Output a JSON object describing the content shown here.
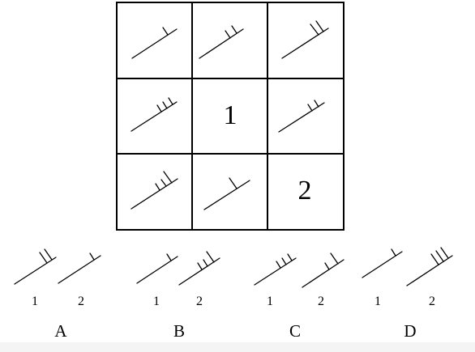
{
  "puzzle": {
    "grid": [
      [
        {
          "ticks": "short-one"
        },
        {
          "ticks": "short-two"
        },
        {
          "ticks": "long-two"
        }
      ],
      [
        {
          "ticks": "short-three"
        },
        {
          "label": "1"
        },
        {
          "ticks": "short-two"
        }
      ],
      [
        {
          "ticks": "short-three-long"
        },
        {
          "ticks": "short-one-long"
        },
        {
          "label": "2"
        }
      ]
    ],
    "options": [
      {
        "letter": "A",
        "pair_labels": [
          "1",
          "2"
        ],
        "glyphs": [
          "long-two",
          "short-one"
        ]
      },
      {
        "letter": "B",
        "pair_labels": [
          "1",
          "2"
        ],
        "glyphs": [
          "short-one",
          "short-three-long"
        ]
      },
      {
        "letter": "C",
        "pair_labels": [
          "1",
          "2"
        ],
        "glyphs": [
          "short-three",
          "short-two-long"
        ]
      },
      {
        "letter": "D",
        "pair_labels": [
          "1",
          "2"
        ],
        "glyphs": [
          "short-one",
          "long-three"
        ]
      }
    ]
  }
}
